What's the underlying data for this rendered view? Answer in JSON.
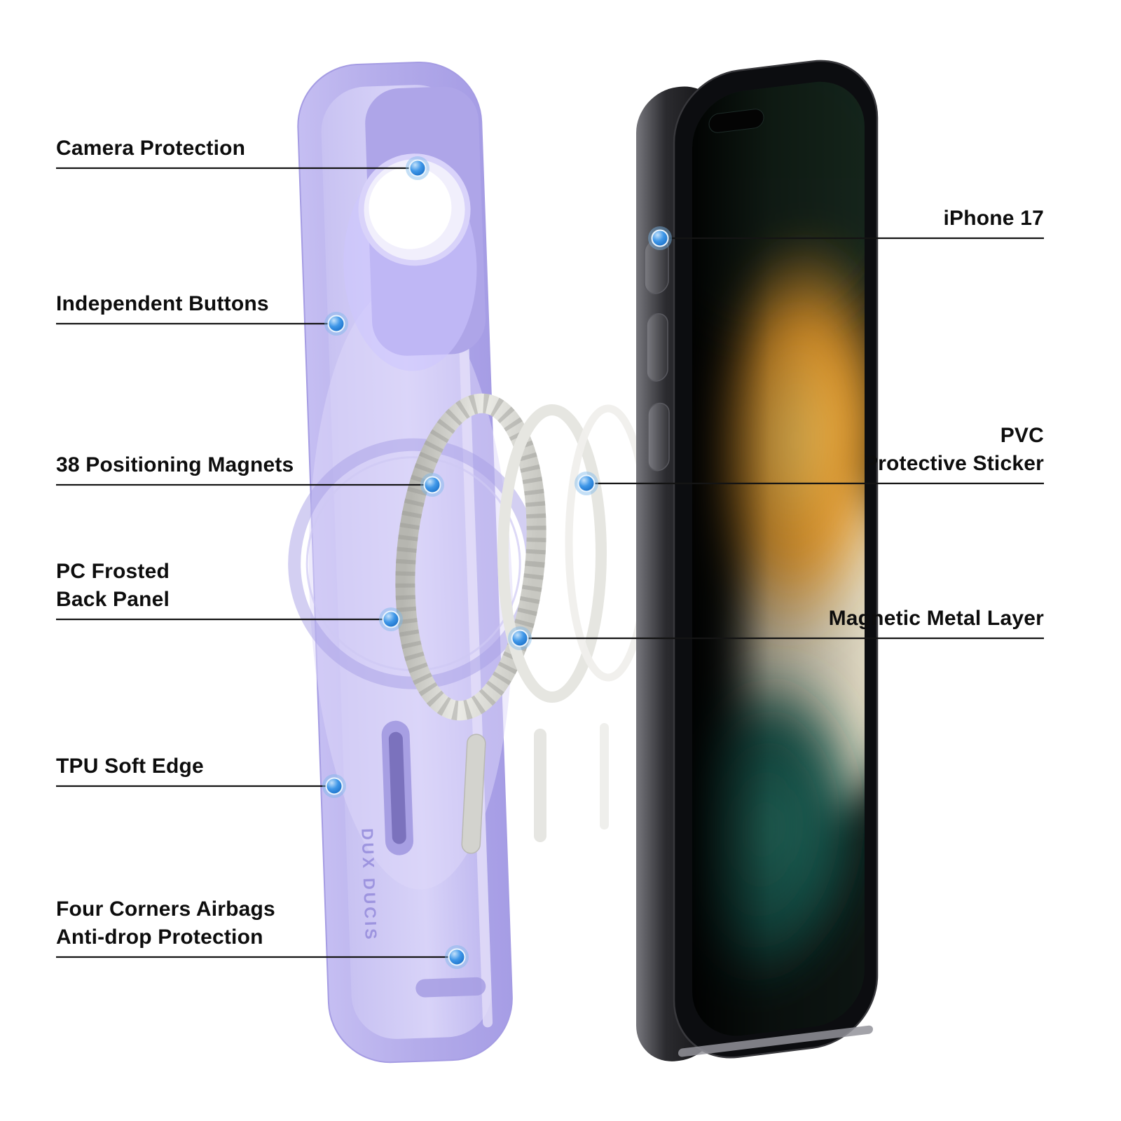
{
  "brand": "DUX DUCIS",
  "colors": {
    "background": "#ffffff",
    "callout_line": "#141414",
    "callout_dot_blue": "#2e8fe8",
    "case_purple": "#b3abea",
    "case_inner_purple": "#d6d0f7",
    "phone_black": "#0c0d10",
    "ring_silver": "#e9e9e4",
    "screen_orange": "#f5a32c",
    "screen_teal": "#1f6a5e"
  },
  "callouts": {
    "left": [
      {
        "id": "camera-protection",
        "text1": "Camera Protection"
      },
      {
        "id": "independent-buttons",
        "text1": "Independent Buttons"
      },
      {
        "id": "positioning-magnets",
        "text1": "38 Positioning Magnets"
      },
      {
        "id": "pc-frosted-back-panel",
        "text1": "PC Frosted",
        "text2": "Back Panel"
      },
      {
        "id": "tpu-soft-edge",
        "text1": "TPU Soft Edge"
      },
      {
        "id": "four-corners-airbags",
        "text1": "Four Corners Airbags",
        "text2": "Anti-drop Protection"
      }
    ],
    "right": [
      {
        "id": "iphone-17",
        "text1": "iPhone 17"
      },
      {
        "id": "pvc-protective-sticker",
        "text1": "PVC",
        "text2": "Protective Sticker"
      },
      {
        "id": "magnetic-metal-layer",
        "text1": "Magnetic Metal Layer"
      }
    ]
  }
}
